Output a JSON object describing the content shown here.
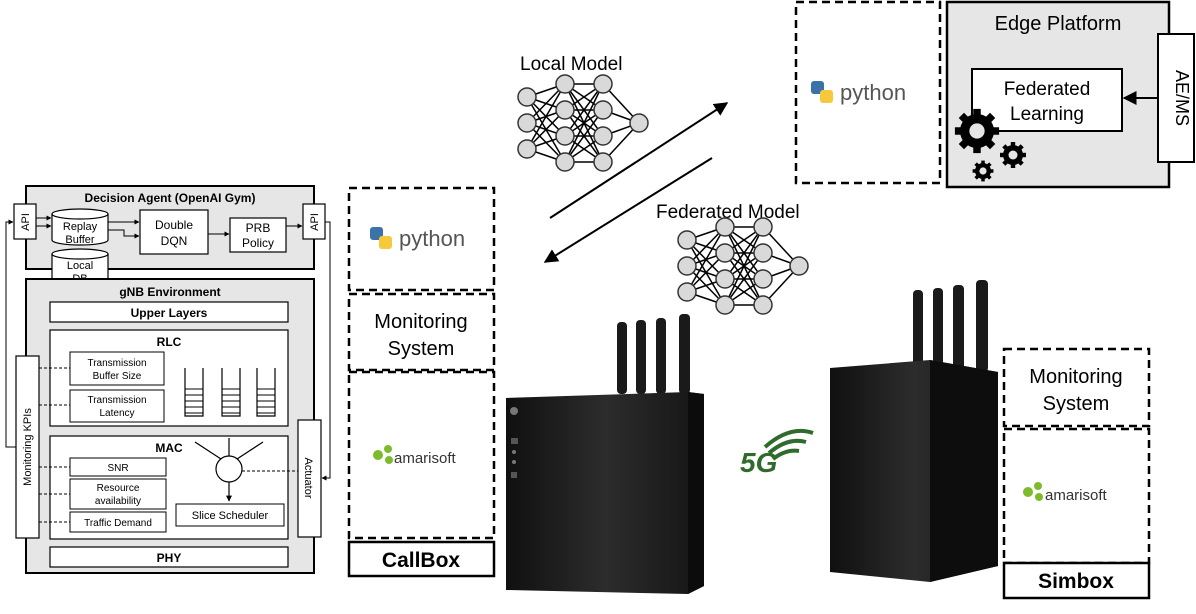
{
  "top_left": {
    "local_model": "Local Model",
    "federated_model": "Federated Model"
  },
  "edge": {
    "title": "Edge Platform",
    "fl_line1": "Federated",
    "fl_line2": "Learning",
    "aems": "AE/MS",
    "python_label": "python"
  },
  "agent": {
    "title": "Decision Agent (OpenAI Gym)",
    "api_left": "API",
    "api_right": "API",
    "replay_line1": "Replay",
    "replay_line2": "Buffer",
    "localdb_line1": "Local",
    "localdb_line2": "DB",
    "ddqn_line1": "Double",
    "ddqn_line2": "DQN",
    "prb_line1": "PRB",
    "prb_line2": "Policy"
  },
  "gnb": {
    "title": "gNB Environment",
    "upper_layers": "Upper Layers",
    "rlc": "RLC",
    "tx_buffer_line1": "Transmission",
    "tx_buffer_line2": "Buffer Size",
    "tx_latency_line1": "Transmission",
    "tx_latency_line2": "Latency",
    "mac": "MAC",
    "snr": "SNR",
    "resource_line1": "Resource",
    "resource_line2": "availability",
    "traffic_demand": "Traffic Demand",
    "slice_scheduler": "Slice Scheduler",
    "phy": "PHY",
    "monitoring_kpis": "Monitoring  KPIs",
    "actuator": "Actuator"
  },
  "callbox": {
    "python_label": "python",
    "monitoring_line1": "Monitoring",
    "monitoring_line2": "System",
    "amarisoft_label": "amarisoft",
    "label": "CallBox"
  },
  "simbox": {
    "monitoring_line1": "Monitoring",
    "monitoring_line2": "System",
    "amarisoft_label": "amarisoft",
    "label": "Simbox"
  },
  "fiveg": "5G",
  "colors": {
    "box_gray": "#e6e6e6",
    "python_blue": "#3b73a8",
    "python_yellow": "#f5c93b",
    "amarisoft_green": "#7dbb2b",
    "fiveg_green": "#2f6b2a",
    "hardware": "#1c1c1c"
  }
}
